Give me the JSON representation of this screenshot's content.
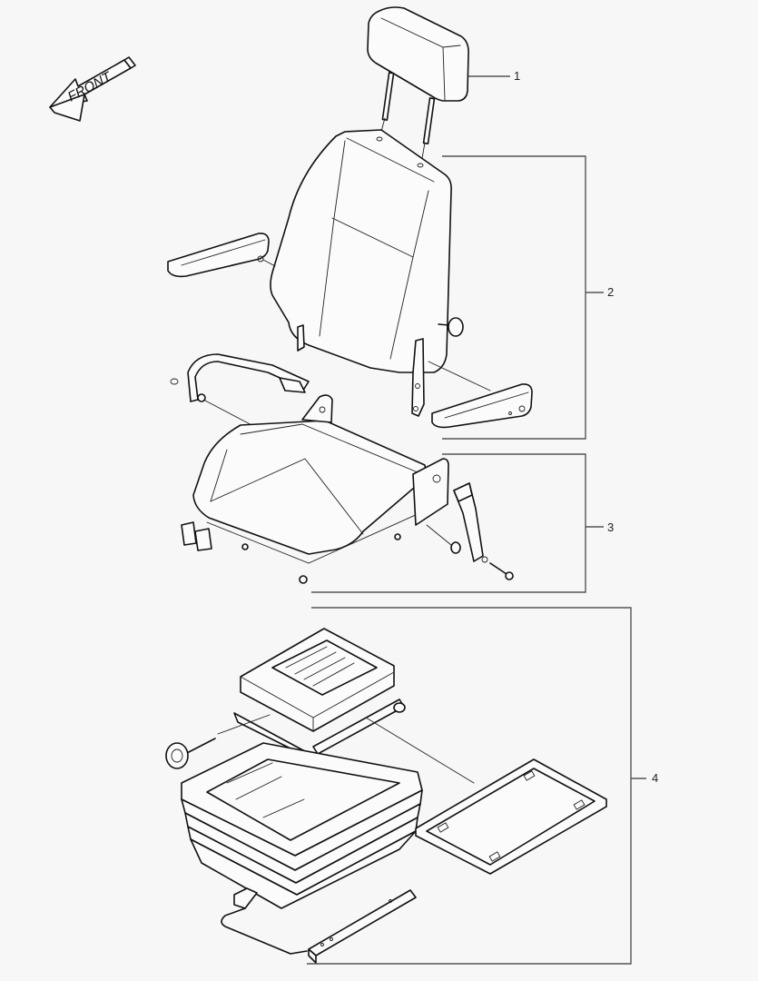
{
  "diagram": {
    "type": "exploded parts diagram",
    "subject": "operator seat assembly",
    "orientation_label": "FRONT",
    "colors": {
      "background": "#f7f7f7",
      "linework": "#111111",
      "callout_lines": "#555555"
    },
    "callouts": [
      {
        "number": "1",
        "part": "headrest"
      },
      {
        "number": "2",
        "part": "seat back with armrests"
      },
      {
        "number": "3",
        "part": "seat cushion with seat belt"
      },
      {
        "number": "4",
        "part": "suspension, bellows, mounting frame and slide rails"
      }
    ]
  }
}
